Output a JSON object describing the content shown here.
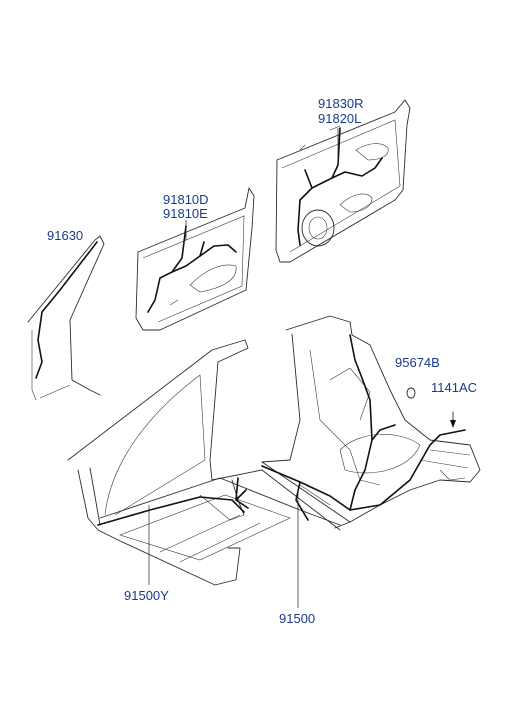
{
  "labels": {
    "p91830r": "91830R",
    "p91820l": "91820L",
    "p91810d": "91810D",
    "p91810e": "91810E",
    "p91630": "91630",
    "p95674b": "95674B",
    "p1141ac": "1141AC",
    "p91500y": "91500Y",
    "p91500": "91500"
  },
  "colors": {
    "label": "#1a3a8c",
    "line": "#2b2b2b"
  }
}
